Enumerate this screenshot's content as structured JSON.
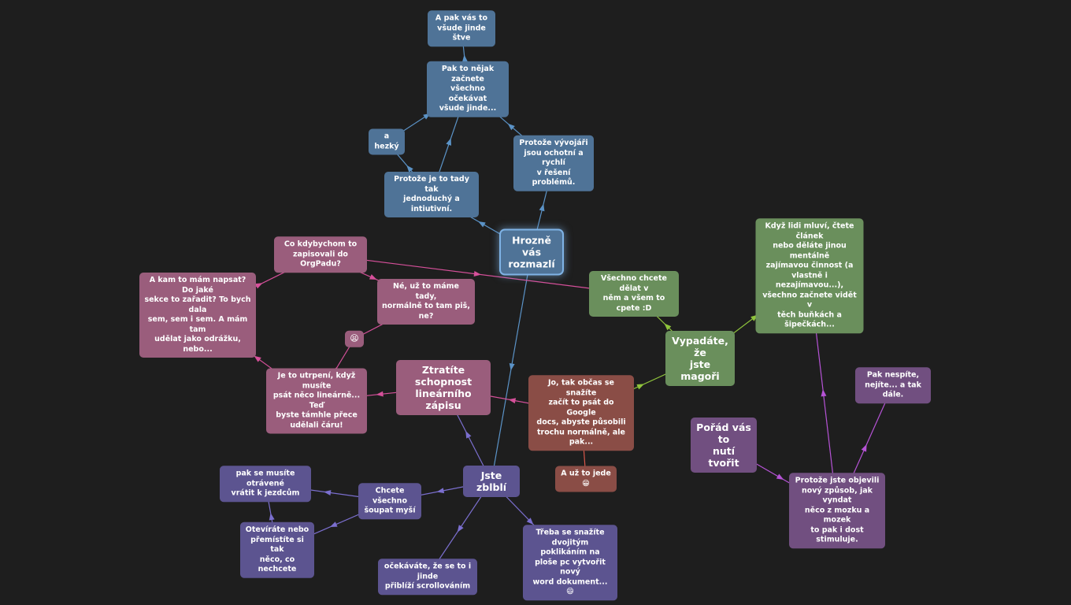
{
  "colors": {
    "background": "#1e1e1e",
    "blue": "#4f7397",
    "blue_line": "#5b93c7",
    "green": "#6a8f5c",
    "green_line": "#8fc43c",
    "pink": "#9a5d7c",
    "pink_line": "#d6509a",
    "red": "#8a4d46",
    "red_line": "#d9574a",
    "violet": "#5c5490",
    "violet_line": "#7b6fcf",
    "purple": "#714f80",
    "purple_line": "#b653d6"
  },
  "nodes": [
    {
      "id": "root",
      "text": "Hrozně vás\nrozmazlí",
      "color": "blue",
      "big": true,
      "root": true
    },
    {
      "id": "b1",
      "text": "Protože je to tady tak\njednoduchý a intiutivní.",
      "color": "blue"
    },
    {
      "id": "b2",
      "text": "a hezký",
      "color": "blue"
    },
    {
      "id": "b3",
      "text": "Pak to nějak začnete\nvšechno očekávat\nvšude jinde...",
      "color": "blue"
    },
    {
      "id": "b4",
      "text": "A pak vás to\nvšude jinde štve",
      "color": "blue"
    },
    {
      "id": "b5",
      "text": "Protože vývojáři\njsou ochotní a rychlí\nv řešení problémů.",
      "color": "blue"
    },
    {
      "id": "g0",
      "text": "Vypadáte, že\njste magoři",
      "color": "green",
      "big": true
    },
    {
      "id": "g1",
      "text": "Všechno chcete dělat v\nněm a všem to cpete :D",
      "color": "green"
    },
    {
      "id": "g2",
      "text": "Když lidi mluví, čtete článek\nnebo děláte jinou mentálně\nzajímavou činnost (a\nvlastně i nezajímavou...),\nvšechno začnete vidět v\ntěch buňkách a šipečkách...",
      "color": "green"
    },
    {
      "id": "p0",
      "text": "Ztratíte schopnost\nlineárního zápisu",
      "color": "pink",
      "big": true
    },
    {
      "id": "p1",
      "text": "Je to utrpení, když musíte\npsát něco lineárně... Teď\nbyste támhle přece\nudělali čáru!",
      "color": "pink"
    },
    {
      "id": "p2",
      "text": "A kam to mám napsat? Do jaké\nsekce to zařadit? To bych dala\nsem, sem i sem. A mám tam\nudělat jako odrážku, nebo...",
      "color": "pink"
    },
    {
      "id": "p3",
      "text": "Co kdybychom to\nzapisovali do OrgPadu?",
      "color": "pink"
    },
    {
      "id": "p4",
      "text": "😫",
      "color": "pink",
      "emoji": true
    },
    {
      "id": "p5",
      "text": "Né, už to máme tady,\nnormálně to tam piš, ne?",
      "color": "pink"
    },
    {
      "id": "r1",
      "text": "Jo, tak občas se snažíte\nzačít to psát do Google\ndocs, abyste působili\ntrochu normálně, ale pak...",
      "color": "red"
    },
    {
      "id": "r2",
      "text": "A už to jede 😁",
      "color": "red"
    },
    {
      "id": "v0",
      "text": "Jste zblblí",
      "color": "violet",
      "big": true
    },
    {
      "id": "v1",
      "text": "Chcete všechno\nšoupat myší",
      "color": "violet"
    },
    {
      "id": "v2",
      "text": "pak se musíte otrávené\nvrátit k jezdcům",
      "color": "violet"
    },
    {
      "id": "v3",
      "text": "Otevíráte nebo\npřemístíte si tak\nněco, co nechcete",
      "color": "violet"
    },
    {
      "id": "v4",
      "text": "očekáváte, že se to i jinde\npřiblíží scrollováním",
      "color": "violet"
    },
    {
      "id": "v5",
      "text": "Třeba se snažíte\ndvojitým poklikáním na\nploše pc vytvořit nový\nword dokument... 😄",
      "color": "violet"
    },
    {
      "id": "u0",
      "text": "Pořád vás to\nnutí tvořit",
      "color": "purple",
      "big": true
    },
    {
      "id": "u1",
      "text": "Protože jste objevili\nnový způsob, jak vyndat\nněco z mozku a mozek\nto pak i dost stimuluje.",
      "color": "purple"
    },
    {
      "id": "u2",
      "text": "Pak nespíte,\nnejíte... a tak dále.",
      "color": "purple"
    }
  ],
  "links": [
    {
      "from": "root",
      "to": "b1",
      "color": "blue_line"
    },
    {
      "from": "b1",
      "to": "b2",
      "color": "blue_line"
    },
    {
      "from": "b1",
      "to": "b3",
      "color": "blue_line"
    },
    {
      "from": "b2",
      "to": "b3",
      "color": "blue_line"
    },
    {
      "from": "b3",
      "to": "b4",
      "color": "blue_line"
    },
    {
      "from": "root",
      "to": "b5",
      "color": "blue_line"
    },
    {
      "from": "b5",
      "to": "b3",
      "color": "blue_line"
    },
    {
      "from": "root",
      "to": "v0",
      "color": "blue_line"
    },
    {
      "from": "g0",
      "to": "g1",
      "color": "green_line"
    },
    {
      "from": "g0",
      "to": "g2",
      "color": "green_line"
    },
    {
      "from": "r1",
      "to": "g0",
      "color": "green_line"
    },
    {
      "from": "p3",
      "to": "g1",
      "color": "pink_line"
    },
    {
      "from": "p0",
      "to": "p1",
      "color": "pink_line"
    },
    {
      "from": "p1",
      "to": "p2",
      "color": "pink_line"
    },
    {
      "from": "p2",
      "to": "p3",
      "color": "pink_line"
    },
    {
      "from": "p3",
      "to": "p5",
      "color": "pink_line"
    },
    {
      "from": "p1",
      "to": "p4",
      "color": "pink_line"
    },
    {
      "from": "p4",
      "to": "p5",
      "color": "pink_line"
    },
    {
      "from": "r1",
      "to": "p0",
      "color": "pink_line"
    },
    {
      "from": "r1",
      "to": "r2",
      "color": "red_line"
    },
    {
      "from": "v0",
      "to": "p0",
      "color": "violet_line"
    },
    {
      "from": "v0",
      "to": "v1",
      "color": "violet_line"
    },
    {
      "from": "v1",
      "to": "v2",
      "color": "violet_line"
    },
    {
      "from": "v1",
      "to": "v3",
      "color": "violet_line"
    },
    {
      "from": "v3",
      "to": "v2",
      "color": "violet_line"
    },
    {
      "from": "v0",
      "to": "v4",
      "color": "violet_line"
    },
    {
      "from": "v0",
      "to": "v5",
      "color": "violet_line"
    },
    {
      "from": "u0",
      "to": "u1",
      "color": "purple_line"
    },
    {
      "from": "u1",
      "to": "u2",
      "color": "purple_line"
    },
    {
      "from": "u1",
      "to": "g2",
      "color": "purple_line"
    }
  ]
}
